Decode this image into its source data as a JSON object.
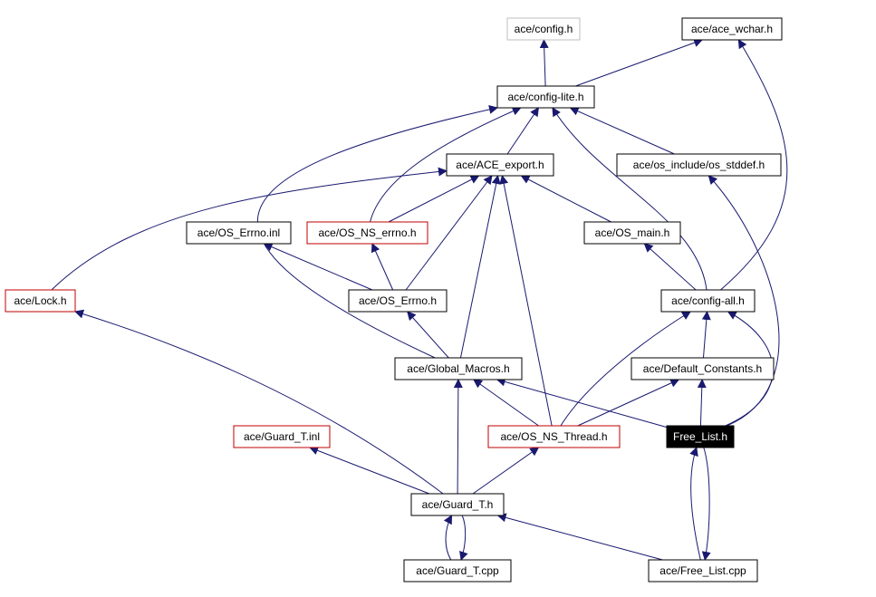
{
  "nodes": [
    {
      "id": "config_h",
      "label": "ace/config.h",
      "border": "#bfbfbf",
      "fill": "#ffffff",
      "text": "#000000"
    },
    {
      "id": "ace_wchar",
      "label": "ace/ace_wchar.h",
      "border": "#000000",
      "fill": "#ffffff",
      "text": "#000000"
    },
    {
      "id": "config_lite",
      "label": "ace/config-lite.h",
      "border": "#000000",
      "fill": "#ffffff",
      "text": "#000000"
    },
    {
      "id": "ace_export",
      "label": "ace/ACE_export.h",
      "border": "#000000",
      "fill": "#ffffff",
      "text": "#000000"
    },
    {
      "id": "os_stddef",
      "label": "ace/os_include/os_stddef.h",
      "border": "#000000",
      "fill": "#ffffff",
      "text": "#000000"
    },
    {
      "id": "os_errno_inl",
      "label": "ace/OS_Errno.inl",
      "border": "#000000",
      "fill": "#ffffff",
      "text": "#000000"
    },
    {
      "id": "os_ns_errno",
      "label": "ace/OS_NS_errno.h",
      "border": "#c00000",
      "fill": "#ffffff",
      "text": "#000000"
    },
    {
      "id": "os_main",
      "label": "ace/OS_main.h",
      "border": "#000000",
      "fill": "#ffffff",
      "text": "#000000"
    },
    {
      "id": "lock_h",
      "label": "ace/Lock.h",
      "border": "#c00000",
      "fill": "#ffffff",
      "text": "#000000"
    },
    {
      "id": "os_errno_h",
      "label": "ace/OS_Errno.h",
      "border": "#000000",
      "fill": "#ffffff",
      "text": "#000000"
    },
    {
      "id": "config_all",
      "label": "ace/config-all.h",
      "border": "#000000",
      "fill": "#ffffff",
      "text": "#000000"
    },
    {
      "id": "global_macros",
      "label": "ace/Global_Macros.h",
      "border": "#000000",
      "fill": "#ffffff",
      "text": "#000000"
    },
    {
      "id": "default_constants",
      "label": "ace/Default_Constants.h",
      "border": "#000000",
      "fill": "#ffffff",
      "text": "#000000"
    },
    {
      "id": "guard_t_inl",
      "label": "ace/Guard_T.inl",
      "border": "#c00000",
      "fill": "#ffffff",
      "text": "#000000"
    },
    {
      "id": "os_ns_thread",
      "label": "ace/OS_NS_Thread.h",
      "border": "#c00000",
      "fill": "#ffffff",
      "text": "#000000"
    },
    {
      "id": "free_list_h",
      "label": "Free_List.h",
      "border": "#000000",
      "fill": "#000000",
      "text": "#ffffff"
    },
    {
      "id": "guard_t_h",
      "label": "ace/Guard_T.h",
      "border": "#000000",
      "fill": "#ffffff",
      "text": "#000000"
    },
    {
      "id": "guard_t_cpp",
      "label": "ace/Guard_T.cpp",
      "border": "#000000",
      "fill": "#ffffff",
      "text": "#000000"
    },
    {
      "id": "free_list_cpp",
      "label": "ace/Free_List.cpp",
      "border": "#000000",
      "fill": "#ffffff",
      "text": "#000000"
    }
  ],
  "edges": [
    {
      "from": "config_lite",
      "to": "config_h"
    },
    {
      "from": "config_lite",
      "to": "ace_wchar"
    },
    {
      "from": "ace_export",
      "to": "config_lite"
    },
    {
      "from": "os_stddef",
      "to": "config_lite"
    },
    {
      "from": "os_ns_errno",
      "to": "config_lite"
    },
    {
      "from": "config_all",
      "to": "config_lite"
    },
    {
      "from": "global_macros",
      "to": "config_lite"
    },
    {
      "from": "config_all",
      "to": "ace_wchar"
    },
    {
      "from": "lock_h",
      "to": "ace_export"
    },
    {
      "from": "os_ns_errno",
      "to": "ace_export"
    },
    {
      "from": "os_errno_h",
      "to": "ace_export"
    },
    {
      "from": "global_macros",
      "to": "ace_export"
    },
    {
      "from": "os_ns_thread",
      "to": "ace_export"
    },
    {
      "from": "os_main",
      "to": "ace_export"
    },
    {
      "from": "os_errno_h",
      "to": "os_errno_inl"
    },
    {
      "from": "os_errno_h",
      "to": "os_ns_errno"
    },
    {
      "from": "config_all",
      "to": "os_main"
    },
    {
      "from": "global_macros",
      "to": "os_errno_h"
    },
    {
      "from": "default_constants",
      "to": "config_all"
    },
    {
      "from": "os_ns_thread",
      "to": "config_all"
    },
    {
      "from": "free_list_h",
      "to": "config_all"
    },
    {
      "from": "free_list_h",
      "to": "os_stddef"
    },
    {
      "from": "free_list_h",
      "to": "global_macros"
    },
    {
      "from": "free_list_h",
      "to": "default_constants"
    },
    {
      "from": "os_ns_thread",
      "to": "global_macros"
    },
    {
      "from": "os_ns_thread",
      "to": "default_constants"
    },
    {
      "from": "guard_t_h",
      "to": "lock_h"
    },
    {
      "from": "guard_t_h",
      "to": "guard_t_inl"
    },
    {
      "from": "guard_t_h",
      "to": "global_macros"
    },
    {
      "from": "guard_t_h",
      "to": "os_ns_thread"
    },
    {
      "from": "guard_t_h",
      "to": "guard_t_cpp"
    },
    {
      "from": "guard_t_cpp",
      "to": "guard_t_h"
    },
    {
      "from": "free_list_cpp",
      "to": "guard_t_h"
    },
    {
      "from": "free_list_cpp",
      "to": "free_list_h"
    },
    {
      "from": "free_list_h",
      "to": "free_list_cpp"
    }
  ],
  "edge_color": "#191970"
}
